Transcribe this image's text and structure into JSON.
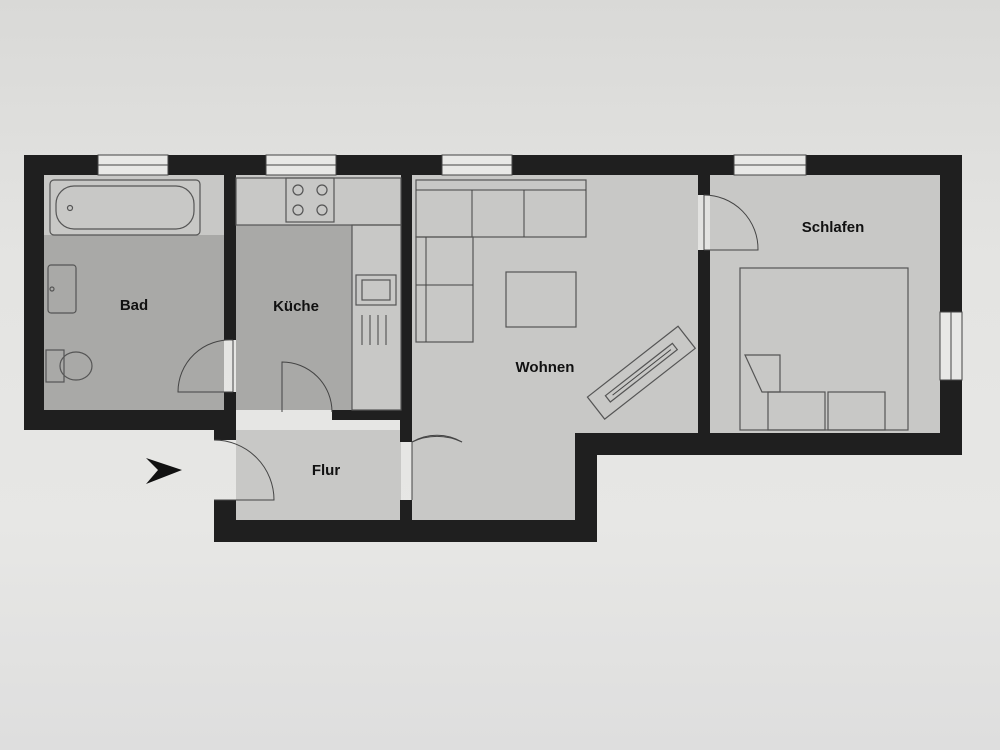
{
  "rooms": {
    "bad": "Bad",
    "kueche": "Küche",
    "wohnen": "Wohnen",
    "schlafen": "Schlafen",
    "flur": "Flur"
  },
  "colors": {
    "wall": "#1f1f1f",
    "floor": "#c8c8c6",
    "tile": "#a9a9a7",
    "paper": "#e4e4e2"
  },
  "icons": {
    "entrance": "entrance-arrow-icon"
  }
}
